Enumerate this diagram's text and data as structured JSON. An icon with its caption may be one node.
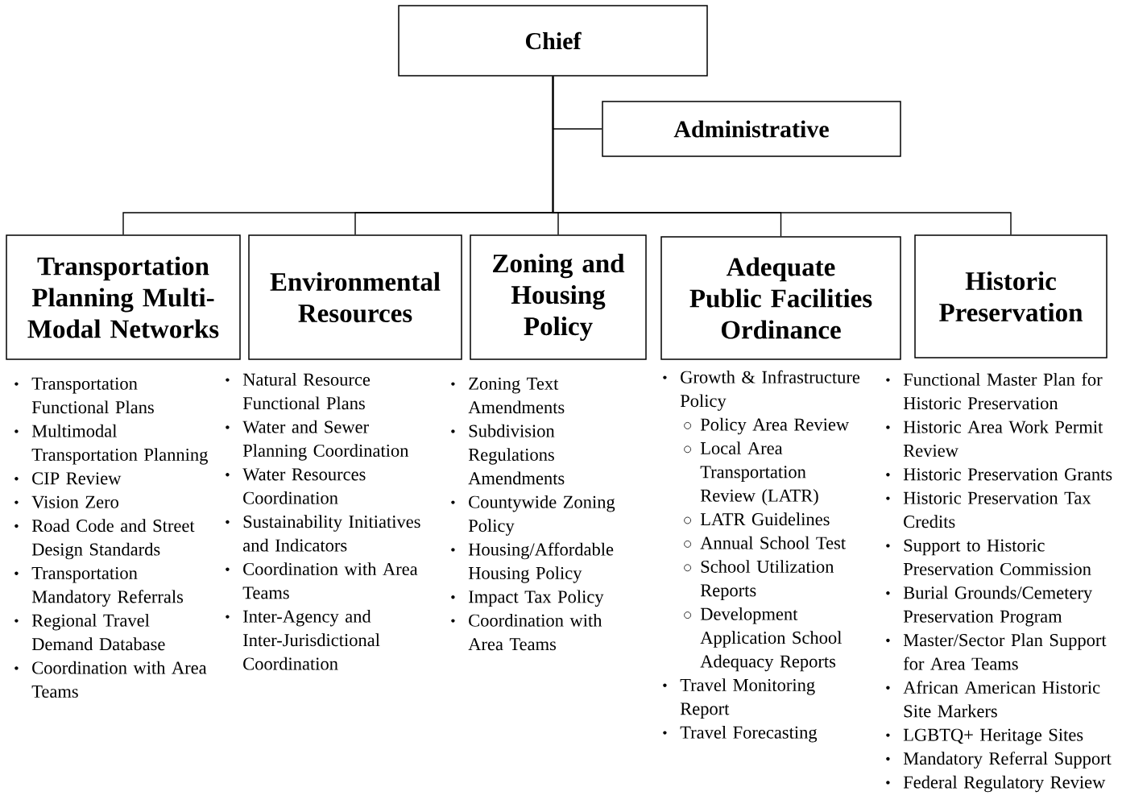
{
  "diagram": {
    "nodes": [
      {
        "text": [
          "Chief"
        ]
      },
      {
        "text": [
          "Administrative"
        ]
      },
      {
        "text": [
          "Transportation Planning Multi-Modal Networks"
        ],
        "beside": [
          "Transportation Functional Plans",
          "Multimodal Transportation Planning",
          "CIP Review",
          "Vision Zero",
          "Road Code and Street Design Standards",
          "Transportation Mandatory Referrals",
          "Regional Travel Demand Database",
          "Coordination with Area Teams"
        ]
      },
      {
        "text": [
          "Environmental Resources"
        ],
        "beside": [
          "Natural Resource Functional Plans",
          "Water and Sewer Planning Coordination",
          "Water Resources Coordination",
          "Sustainability Initiatives and Indicators",
          "Coordination with Area Teams",
          "Inter-Agency and Inter-Jurisdictional Coordination"
        ]
      },
      {
        "text": [
          "Zoning and Housing Policy"
        ],
        "beside": [
          "Zoning Text Amendments",
          "Subdivision Regulations Amendments",
          "Countywide Zoning Policy",
          "Housing/Affordable Housing Policy",
          "Impact Tax Policy",
          "Coordination with Area Teams"
        ]
      },
      {
        "text": [
          "Adequate Public Facilities Ordinance"
        ],
        "beside": [
          "Growth & Infrastructure Policy",
          "Policy Area Review",
          "Local Area Transportation Review (LATR)",
          "LATR Guidelines",
          "Annual School Test",
          "School Utilization Reports",
          "Development Application School Adequacy Reports",
          "Travel Monitoring Report",
          "Travel Forecasting"
        ]
      },
      {
        "text": [
          "Historic Preservation"
        ],
        "beside": [
          "Functional Master Plan for Historic Preservation",
          "Historic Area Work Permit Review",
          "Historic Preservation Grants",
          "Historic Preservation Tax Credits",
          "Support to Historic Preservation Commission",
          "Burial Grounds/Cemetery Preservation Program",
          "Master/Sector Plan Support for Area Teams",
          "African American Historic Site Markers",
          "LGBTQ+ Heritage Sites",
          "Mandatory Referral Support",
          "Federal Regulatory Review"
        ]
      }
    ],
    "edges": [
      {
        "from": 0,
        "to": 1,
        "arrow": "none"
      },
      {
        "from": 0,
        "to": 2,
        "arrow": "none"
      },
      {
        "from": 0,
        "to": 3,
        "arrow": "none"
      },
      {
        "from": 0,
        "to": 4,
        "arrow": "none"
      },
      {
        "from": 0,
        "to": 5,
        "arrow": "none"
      },
      {
        "from": 0,
        "to": 6,
        "arrow": "none"
      }
    ]
  }
}
